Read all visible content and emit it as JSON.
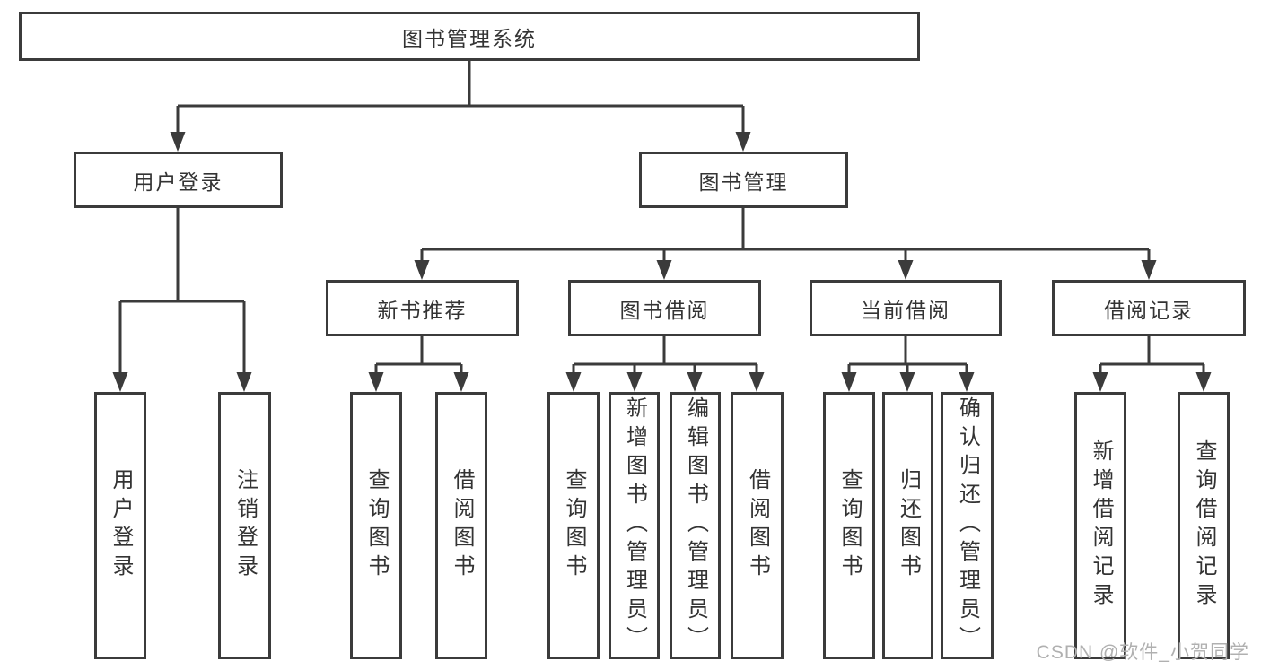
{
  "tree": {
    "label": "图书管理系统",
    "children": [
      {
        "label": "用户登录",
        "children": [
          {
            "label": "用户登录"
          },
          {
            "label": "注销登录"
          }
        ]
      },
      {
        "label": "图书管理",
        "children": [
          {
            "label": "新书推荐",
            "children": [
              {
                "label": "查询图书"
              },
              {
                "label": "借阅图书"
              }
            ]
          },
          {
            "label": "图书借阅",
            "children": [
              {
                "label": "查询图书"
              },
              {
                "label": "新增图书（管理员）"
              },
              {
                "label": "编辑图书（管理员）"
              },
              {
                "label": "借阅图书"
              }
            ]
          },
          {
            "label": "当前借阅",
            "children": [
              {
                "label": "查询图书"
              },
              {
                "label": "归还图书"
              },
              {
                "label": "确认归还（管理员）"
              }
            ]
          },
          {
            "label": "借阅记录",
            "children": [
              {
                "label": "新增借阅记录"
              },
              {
                "label": "查询借阅记录"
              }
            ]
          }
        ]
      }
    ]
  },
  "watermark": {
    "text": "CSDN @软件_小贺同学"
  },
  "colors": {
    "line": "#3b3b3b",
    "border": "#3b3b3b",
    "text": "#333333",
    "watermark": "#b0b0b0",
    "background": "#ffffff"
  }
}
